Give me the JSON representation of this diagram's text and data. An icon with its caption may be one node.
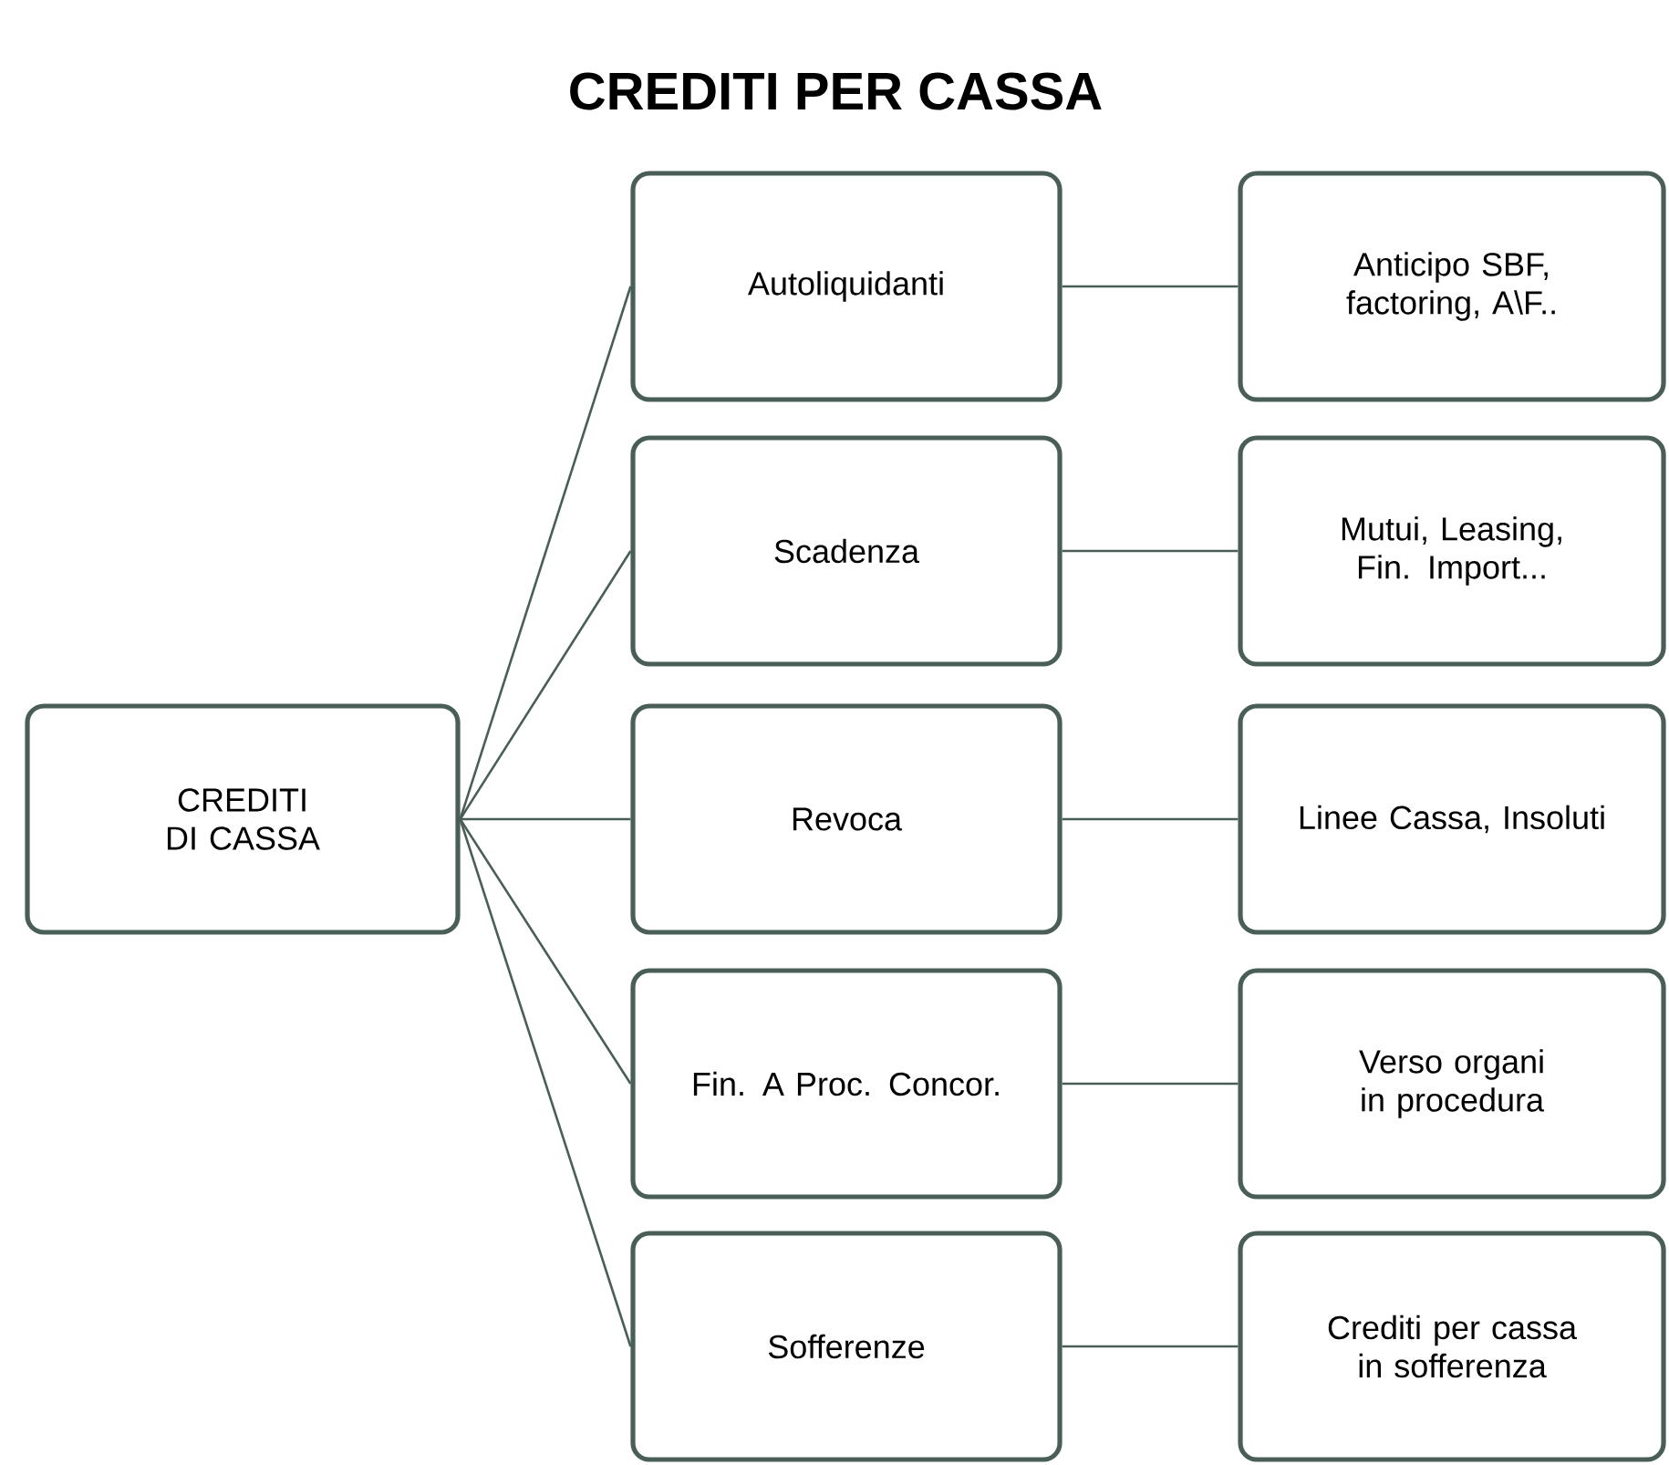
{
  "diagram": {
    "title": "CREDITI PER CASSA",
    "nodes": [
      {
        "text": [
          "CREDITI DI CASSA"
        ]
      },
      {
        "text": [
          "Autoliquidanti"
        ]
      },
      {
        "text": [
          "Scadenza"
        ]
      },
      {
        "text": [
          "Revoca"
        ]
      },
      {
        "text": [
          "Fin. A Proc. Concor."
        ]
      },
      {
        "text": [
          "Sofferenze"
        ]
      },
      {
        "text": [
          "Anticipo SBF, factoring, A\\F.."
        ]
      },
      {
        "text": [
          "Mutui, Leasing, Fin. Import..."
        ]
      },
      {
        "text": [
          "Linee Cassa, Insoluti"
        ]
      },
      {
        "text": [
          "Verso organi in procedura"
        ]
      },
      {
        "text": [
          "Crediti per cassa in sofferenza"
        ]
      }
    ],
    "edges": [
      {
        "from": 0,
        "to": 1,
        "arrow": "none"
      },
      {
        "from": 0,
        "to": 2,
        "arrow": "none"
      },
      {
        "from": 0,
        "to": 3,
        "arrow": "none"
      },
      {
        "from": 0,
        "to": 4,
        "arrow": "none"
      },
      {
        "from": 0,
        "to": 5,
        "arrow": "none"
      },
      {
        "from": 1,
        "to": 6,
        "arrow": "none"
      },
      {
        "from": 2,
        "to": 7,
        "arrow": "none"
      },
      {
        "from": 3,
        "to": 8,
        "arrow": "none"
      },
      {
        "from": 4,
        "to": 9,
        "arrow": "none"
      },
      {
        "from": 5,
        "to": 10,
        "arrow": "none"
      }
    ]
  }
}
